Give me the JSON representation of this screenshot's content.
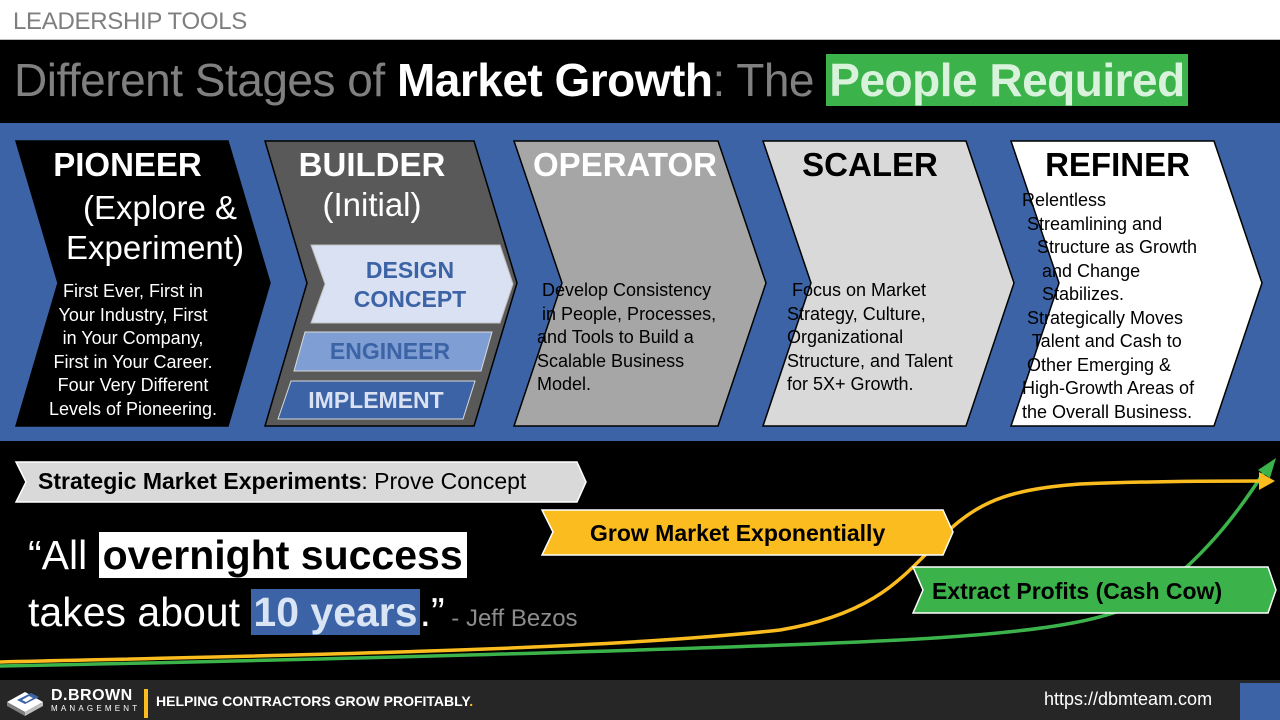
{
  "header": {
    "section_label": "LEADERSHIP TOOLS",
    "title_part1": "Different Stages of ",
    "title_bold": "Market Growth",
    "title_colon": ":",
    "title_part2": " The ",
    "title_highlight": "People Required"
  },
  "colors": {
    "band_blue": "#3c63a5",
    "green": "#3bb34a",
    "gold": "#fbbc1f",
    "pioneer": "#000000",
    "builder": "#595959",
    "operator": "#a6a6a6",
    "scaler": "#d9d9d9",
    "refiner": "#ffffff"
  },
  "stages": [
    {
      "title": "PIONEER",
      "subtitle_line1": "(Explore &",
      "subtitle_line2": "Experiment)",
      "body": "First Ever, First in\nYour Industry, First\nin Your Company,\nFirst in Your Career.\nFour Very Different\nLevels of Pioneering."
    },
    {
      "title": "BUILDER",
      "subtitle_line1": "(Initial)",
      "sub_steps": [
        "DESIGN\nCONCEPT",
        "ENGINEER",
        "IMPLEMENT"
      ]
    },
    {
      "title": "OPERATOR",
      "body": " Develop Consistency\n in People, Processes,\nand Tools to Build a\nScalable Business\nModel."
    },
    {
      "title": "SCALER",
      "body": " Focus on Market\nStrategy, Culture,\nOrganizational\nStructure, and Talent\nfor 5X+ Growth."
    },
    {
      "title": "REFINER",
      "body": "Relentless\n Streamlining and\n   Structure as Growth\n    and Change\n    Stabilizes.\n Strategically Moves\n  Talent and Cash to\n Other Emerging &\nHigh-Growth Areas of\nthe Overall Business."
    }
  ],
  "banners": {
    "experiments_bold": "Strategic Market Experiments",
    "experiments_rest": ": Prove Concept",
    "grow": "Grow Market Exponentially",
    "extract": "Extract Profits (Cash Cow)"
  },
  "quote": {
    "open": "“All ",
    "highlight1": "overnight success",
    "line2_pre": "takes about ",
    "highlight2": "10 years",
    "close": ".”",
    "author": " - Jeff Bezos"
  },
  "footer": {
    "logo_name": "D.BROWN",
    "logo_sub": "MANAGEMENT",
    "tagline": "HELPING CONTRACTORS GROW PROFITABLY",
    "tagline_dot": ".",
    "url": "https://dbmteam.com"
  }
}
